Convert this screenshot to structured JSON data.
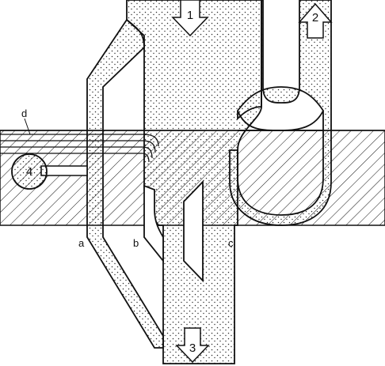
{
  "labels": {
    "a": "a",
    "b": "b",
    "c": "c",
    "d": "d"
  },
  "numbers": {
    "n1": "1",
    "n2": "2",
    "n3": "3",
    "n4": "4"
  },
  "colors": {
    "ink": "#111111",
    "fill": "#ffffff",
    "stipple": "#2b2b2b"
  },
  "icons": {
    "arrow1": "arrow-down-icon",
    "arrow2": "arrow-up-icon",
    "arrow3": "arrow-down-icon"
  }
}
